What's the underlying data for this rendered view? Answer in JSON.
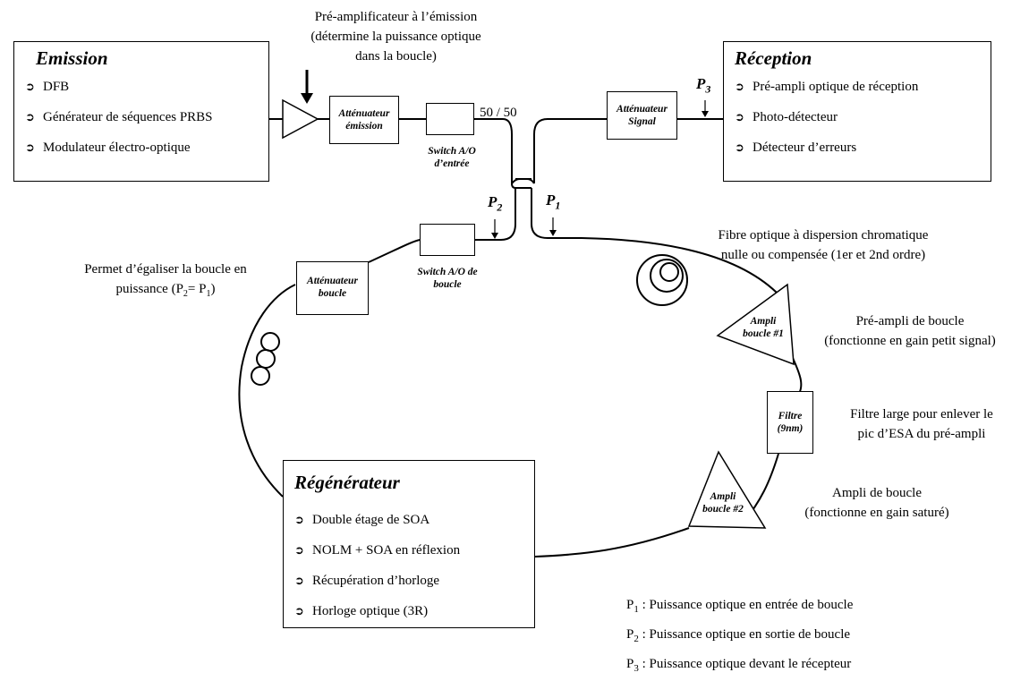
{
  "emission": {
    "title": "Emission",
    "items": [
      "DFB",
      "Générateur de séquences PRBS",
      "Modulateur électro-optique"
    ]
  },
  "reception": {
    "title": "Réception",
    "items": [
      "Pré-ampli optique de réception",
      "Photo-détecteur",
      "Détecteur d’erreurs"
    ]
  },
  "regenerateur": {
    "title": "Régénérateur",
    "items": [
      "Double étage de SOA",
      "NOLM + SOA en réflexion",
      "Récupération d’horloge",
      "Horloge optique (3R)"
    ]
  },
  "preamp_emission_note": [
    "Pré-amplificateur à l’émission",
    "(détermine la puissance optique",
    "dans la boucle)"
  ],
  "att_emission": [
    "Atténuateur",
    "émission"
  ],
  "switch_entree": [
    "Switch A/O",
    "d’entrée"
  ],
  "coupler_label": "50 / 50",
  "att_signal": [
    "Atténuateur",
    "Signal"
  ],
  "switch_boucle": [
    "Switch A/O de",
    "boucle"
  ],
  "att_boucle": [
    "Atténuateur",
    "boucle"
  ],
  "att_boucle_note": {
    "line1": "Permet d’égaliser la boucle en",
    "line2_pre": "puissance (P",
    "line2_sub1": "2",
    "line2_mid": "= P",
    "line2_sub2": "1",
    "line2_post": ")"
  },
  "fibre_note": [
    "Fibre optique à dispersion chromatique",
    "nulle ou compensée (1er et 2nd ordre)"
  ],
  "ampli1": [
    "Ampli",
    "boucle #1"
  ],
  "ampli1_note": [
    "Pré-ampli de boucle",
    "(fonctionne en gain petit signal)"
  ],
  "filtre": [
    "Filtre",
    "(9nm)"
  ],
  "filtre_note": [
    "Filtre large pour enlever le",
    "pic d’ESA du pré-ampli"
  ],
  "ampli2": [
    "Ampli",
    "boucle #2"
  ],
  "ampli2_note": [
    "Ampli de boucle",
    "(fonctionne en gain saturé)"
  ],
  "p_labels": {
    "p": "P",
    "p1": "1",
    "p2": "2",
    "p3": "3"
  },
  "legend": [
    {
      "p": "P",
      "sub": "1",
      "text": " : Puissance optique en entrée de boucle"
    },
    {
      "p": "P",
      "sub": "2",
      "text": " : Puissance optique en sortie de boucle"
    },
    {
      "p": "P",
      "sub": "3",
      "text": " : Puissance optique devant le récepteur"
    }
  ],
  "bullet_icon": "arrow-right-circle-icon"
}
